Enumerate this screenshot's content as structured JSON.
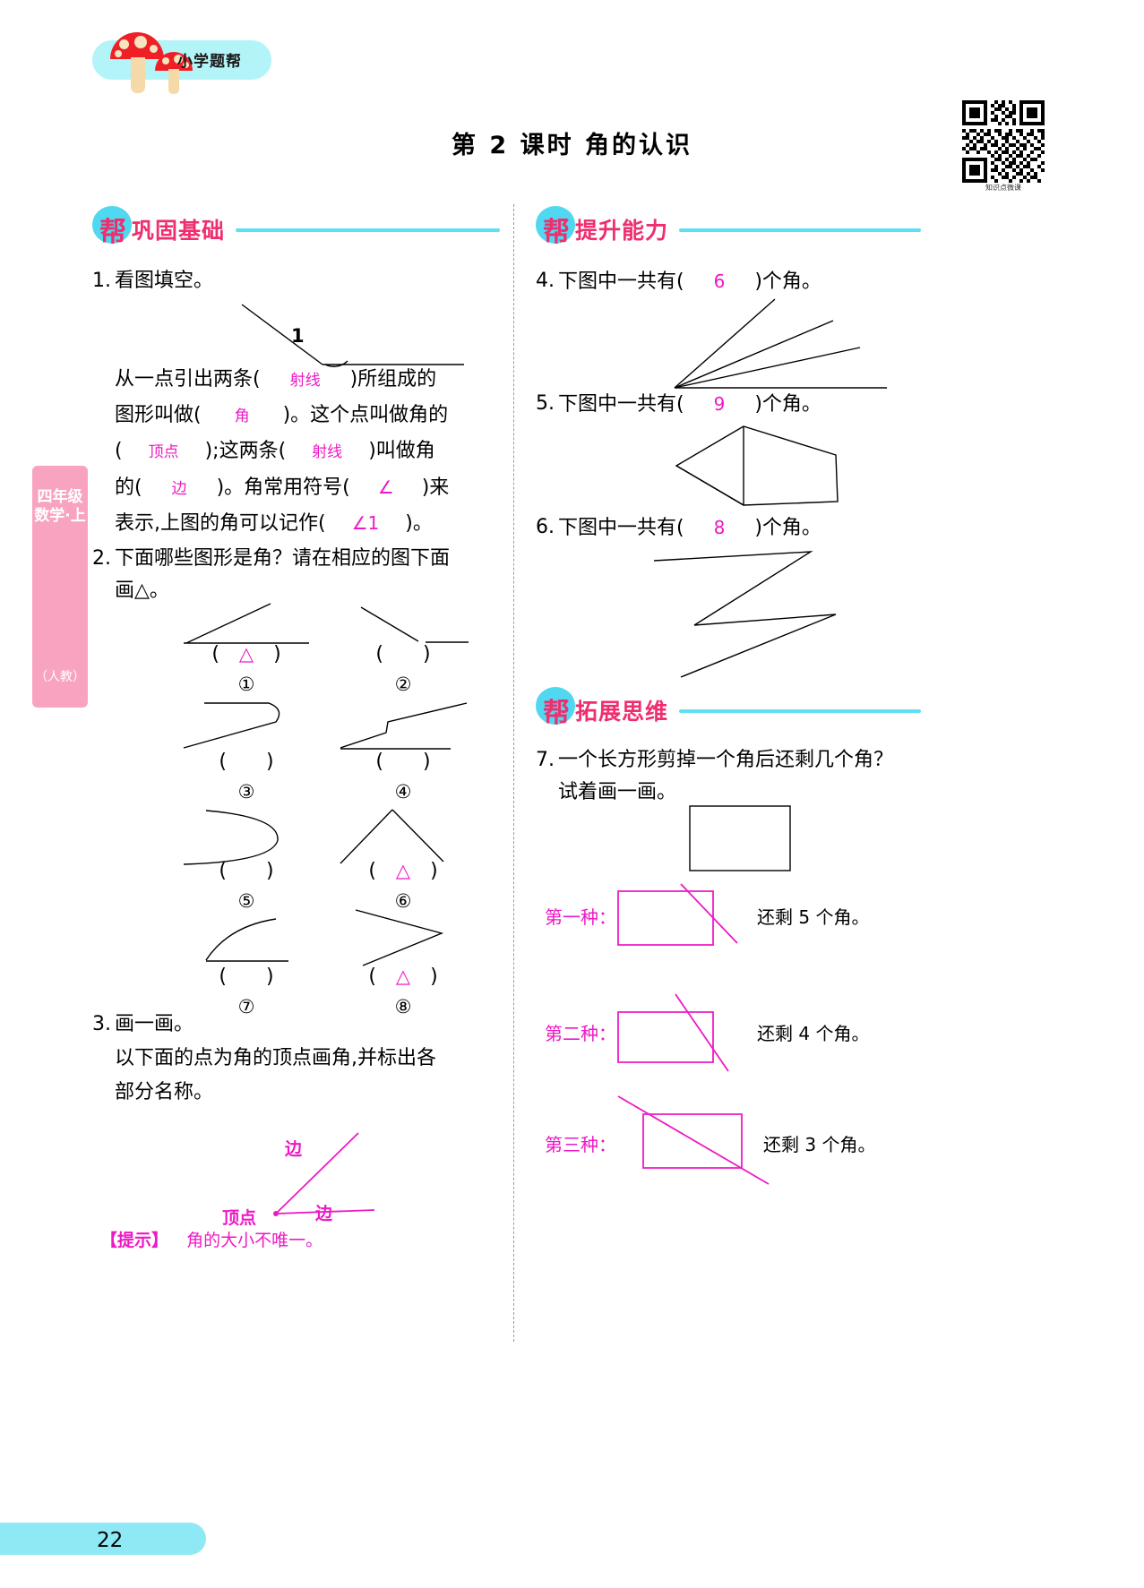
{
  "header": {
    "brand": "小学题帮",
    "qr_caption": "知识点微课",
    "qr_icon": "qr-code-icon"
  },
  "page_title": "第 2 课时   角的认识",
  "side_tab": {
    "grade_subject": "四年级数学·上",
    "edition": "（人教）"
  },
  "page_number": "22",
  "sections": [
    {
      "badge": "帮",
      "label": "巩固基础"
    },
    {
      "badge": "帮",
      "label": "提升能力"
    },
    {
      "badge": "帮",
      "label": "拓展思维"
    }
  ],
  "left_column": {
    "q1": {
      "number": "1.",
      "prompt": "看图填空。",
      "figure_label": "1",
      "text_lines": [
        {
          "pre": "从一点引出两条(",
          "answer": "射线",
          "post": ")所组成的"
        },
        {
          "pre": "图形叫做(",
          "answer": "角",
          "post": ")。这个点叫做角的"
        },
        {
          "pre": "(",
          "answer": "顶点",
          "mid": ");这两条(",
          "answer2": "射线",
          "post": ")叫做角"
        },
        {
          "pre": "的(",
          "answer": "边",
          "mid": ")。角常用符号(",
          "answer2": "∠",
          "post": ")来"
        },
        {
          "pre": "表示,上图的角可以记作(",
          "answer": "∠1",
          "post": ")。"
        }
      ]
    },
    "q2": {
      "number": "2.",
      "prompt_line1": "下面哪些图形是角？请在相应的图下面",
      "prompt_line2": "画△。",
      "items": [
        {
          "id": "①",
          "shape": "angle-open-up",
          "answer": "△"
        },
        {
          "id": "②",
          "shape": "broken-disconnected",
          "answer": ""
        },
        {
          "id": "③",
          "shape": "zigzag-curve",
          "answer": ""
        },
        {
          "id": "④",
          "shape": "stepped-line",
          "answer": ""
        },
        {
          "id": "⑤",
          "shape": "curve-arc",
          "answer": ""
        },
        {
          "id": "⑥",
          "shape": "inverted-v-angle",
          "answer": "△"
        },
        {
          "id": "⑦",
          "shape": "curve-plus-line",
          "answer": ""
        },
        {
          "id": "⑧",
          "shape": "zigzag-angle",
          "answer": "△"
        }
      ]
    },
    "q3": {
      "number": "3.",
      "prompt": "画一画。",
      "detail_line1": "以下面的点为角的顶点画角,并标出各",
      "detail_line2": "部分名称。",
      "labels": {
        "side_top": "边",
        "vertex": "顶点",
        "side_bottom": "边"
      }
    },
    "hint": {
      "tag": "【提示】",
      "text": "角的大小不唯一。"
    }
  },
  "right_column": {
    "q4": {
      "number": "4.",
      "pre": "下图中一共有(",
      "answer": "6",
      "post": ")个角。",
      "figure": "fan-4-rays"
    },
    "q5": {
      "number": "5.",
      "pre": "下图中一共有(",
      "answer": "9",
      "post": ")个角。",
      "figure": "pentagon-diagonals"
    },
    "q6": {
      "number": "6.",
      "pre": "下图中一共有(",
      "answer": "8",
      "post": ")个角。",
      "figure": "z-zigzag"
    },
    "q7": {
      "number": "7.",
      "prompt_line1": "一个长方形剪掉一个角后还剩几个角？",
      "prompt_line2": "试着画一画。",
      "variants": [
        {
          "label": "第一种：",
          "result": "还剩 5 个角。"
        },
        {
          "label": "第二种：",
          "result": "还剩 4 个角。"
        },
        {
          "label": "第三种：",
          "result": "还剩 3 个角。"
        }
      ]
    }
  },
  "colors": {
    "cyan": "#5fe0f2",
    "pink_accent": "#ef2e6e",
    "answer_magenta": "#ee19c4",
    "side_tab_pink": "#f8a3c0",
    "mushroom_red": "#ee2026"
  }
}
